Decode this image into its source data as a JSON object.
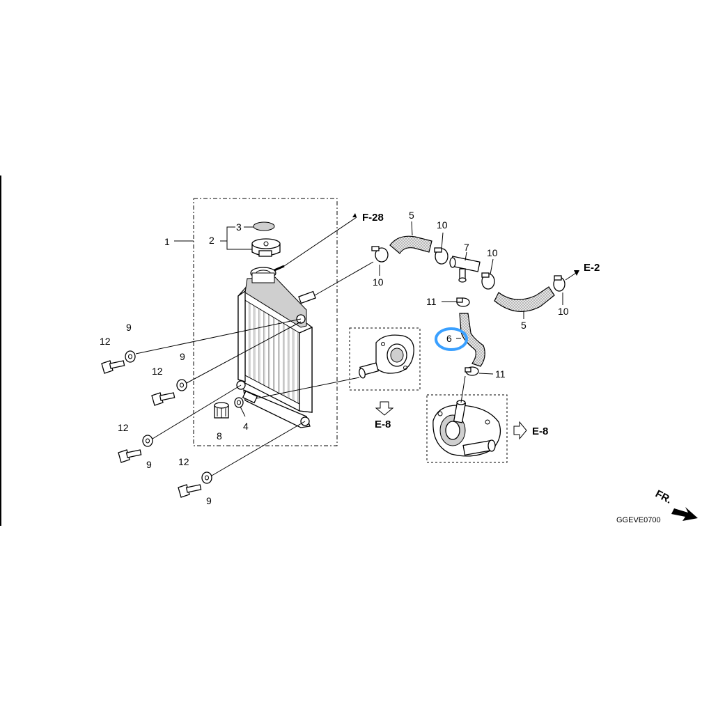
{
  "diagram": {
    "drawing_code": "GGEVE0700",
    "front_marker": "FR.",
    "highlight_color": "#3aa0ff",
    "highlighted_callout": "6",
    "references": [
      {
        "id": "ref-f28",
        "text": "F-28"
      },
      {
        "id": "ref-e2",
        "text": "E-2"
      },
      {
        "id": "ref-e8-left",
        "text": "E-8"
      },
      {
        "id": "ref-e8-right",
        "text": "E-8"
      }
    ],
    "callouts": [
      {
        "id": "c1",
        "text": "1"
      },
      {
        "id": "c2",
        "text": "2"
      },
      {
        "id": "c3",
        "text": "3"
      },
      {
        "id": "c4",
        "text": "4"
      },
      {
        "id": "c5a",
        "text": "5"
      },
      {
        "id": "c5b",
        "text": "5"
      },
      {
        "id": "c6",
        "text": "6"
      },
      {
        "id": "c7",
        "text": "7"
      },
      {
        "id": "c8",
        "text": "8"
      },
      {
        "id": "c9a",
        "text": "9"
      },
      {
        "id": "c9b",
        "text": "9"
      },
      {
        "id": "c9c",
        "text": "9"
      },
      {
        "id": "c9d",
        "text": "9"
      },
      {
        "id": "c10a",
        "text": "10"
      },
      {
        "id": "c10b",
        "text": "10"
      },
      {
        "id": "c10c",
        "text": "10"
      },
      {
        "id": "c10d",
        "text": "10"
      },
      {
        "id": "c11a",
        "text": "11"
      },
      {
        "id": "c11b",
        "text": "11"
      },
      {
        "id": "c12a",
        "text": "12"
      },
      {
        "id": "c12b",
        "text": "12"
      },
      {
        "id": "c12c",
        "text": "12"
      },
      {
        "id": "c12d",
        "text": "12"
      }
    ]
  }
}
